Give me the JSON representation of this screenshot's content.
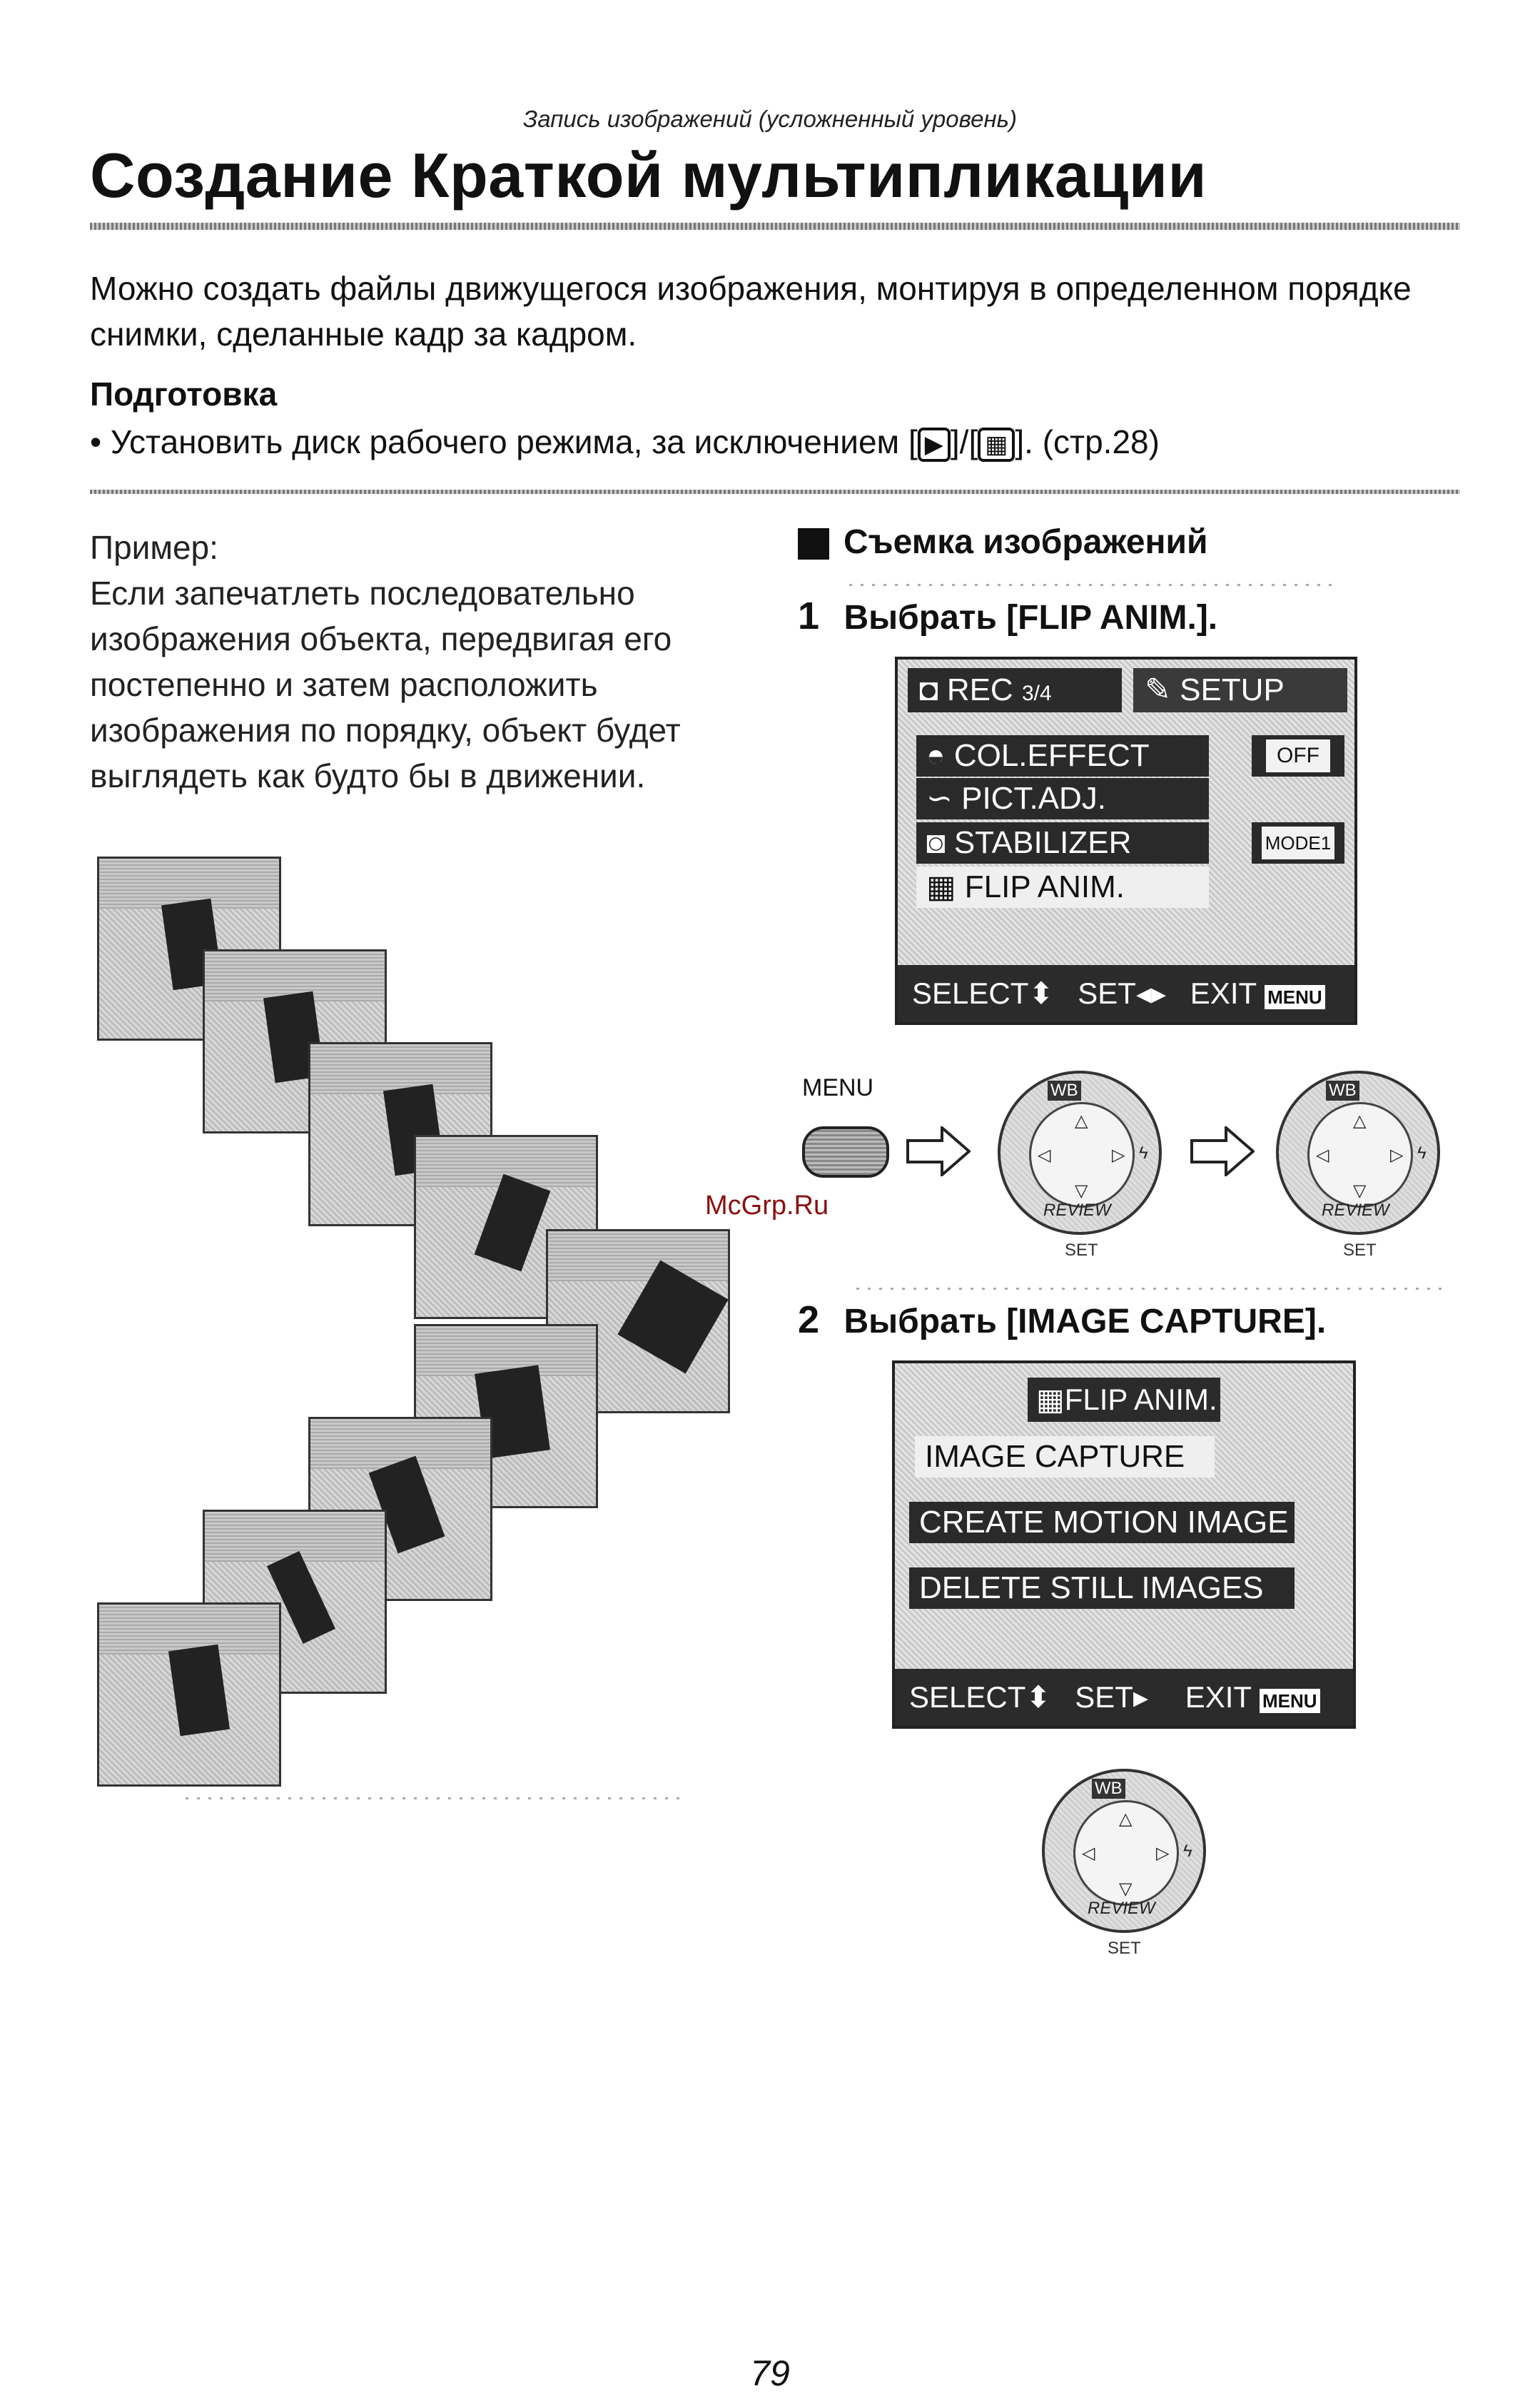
{
  "header": {
    "section": "Запись изображений (усложненный уровень)",
    "title": "Создание Краткой мультипликации"
  },
  "intro": "Можно создать файлы движущегося изображения, монтируя в определенном порядке снимки, сделанные кадр за кадром.",
  "preparation": {
    "heading": "Подготовка",
    "text_before": "• Установить диск рабочего режима, за исключением [",
    "text_mid": "]/[",
    "text_after": "]. (стр.28)",
    "icon_play": "▶",
    "icon_film": "▦"
  },
  "example": {
    "label": "Пример:",
    "text": "Если запечатлеть последовательно изображения объекта, передвигая его постепенно и затем расположить изображения по порядку, объект будет выглядеть как будто бы в движении."
  },
  "shooting": {
    "heading": "Съемка изображений",
    "step1_num": "1",
    "step1_text": "Выбрать [FLIP ANIM.].",
    "step2_num": "2",
    "step2_text": "Выбрать [IMAGE CAPTURE]."
  },
  "screen1": {
    "tab_rec": "REC",
    "tab_page": "3/4",
    "tab_setup": "SETUP",
    "items": [
      {
        "label": "COL.EFFECT",
        "value": "OFF"
      },
      {
        "label": "PICT.ADJ.",
        "value": ""
      },
      {
        "label": "STABILIZER",
        "value": "MODE1"
      },
      {
        "label": "FLIP ANIM.",
        "value": ""
      }
    ],
    "footer_select": "SELECT",
    "footer_set": "SET",
    "footer_exit": "EXIT",
    "footer_menu": "MENU"
  },
  "screen2": {
    "title": "FLIP ANIM.",
    "items": [
      "IMAGE CAPTURE",
      "CREATE MOTION IMAGE",
      "DELETE STILL IMAGES"
    ],
    "footer_select": "SELECT",
    "footer_set": "SET",
    "footer_exit": "EXIT",
    "footer_menu": "MENU"
  },
  "controls": {
    "menu_label": "MENU",
    "dial_label": "SET",
    "review_label": "REVIEW",
    "wb_label": "WB",
    "flash_symbol": "ϟ"
  },
  "watermark": "McGrp.Ru",
  "page_number": "79"
}
